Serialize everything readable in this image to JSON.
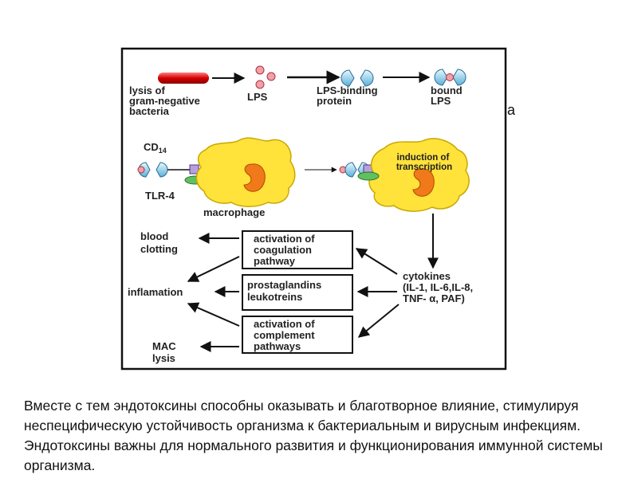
{
  "diagram": {
    "stray_text": "а",
    "lysis_label": [
      "lysis of",
      "gram-negative",
      "bacteria"
    ],
    "lps_label": "LPS",
    "lbp_label": [
      "LPS-binding",
      "protein"
    ],
    "bound_label": [
      "bound",
      "LPS"
    ],
    "cd14_label": "CD",
    "cd14_sub": "14",
    "tlr4_label": "TLR-4",
    "macrophage_label": "macrophage",
    "induction_label": [
      "induction of",
      "transcription"
    ],
    "cytokines_label": [
      "cytokines",
      "(IL-1, IL-6,IL-8,",
      "TNF- α, PAF)"
    ],
    "coag_box": [
      "activation of",
      "coagulation",
      "pathway"
    ],
    "prosta_box": [
      "prostaglandins",
      "leukotreins"
    ],
    "complement_box": [
      "activation of",
      "complement",
      "pathways"
    ],
    "blood_label": [
      "blood",
      "clotting"
    ],
    "inflam_label": "inflamation",
    "mac_label": [
      "MAC",
      "lysis"
    ]
  },
  "caption": "Вместе с тем эндотоксины способны оказывать и благотворное влияние, стимулируя неспецифическую устойчивость организма к бактериальным и вирусным инфекциям. Эндотоксины важны для нормального развития и функционирования иммунной системы организма."
}
